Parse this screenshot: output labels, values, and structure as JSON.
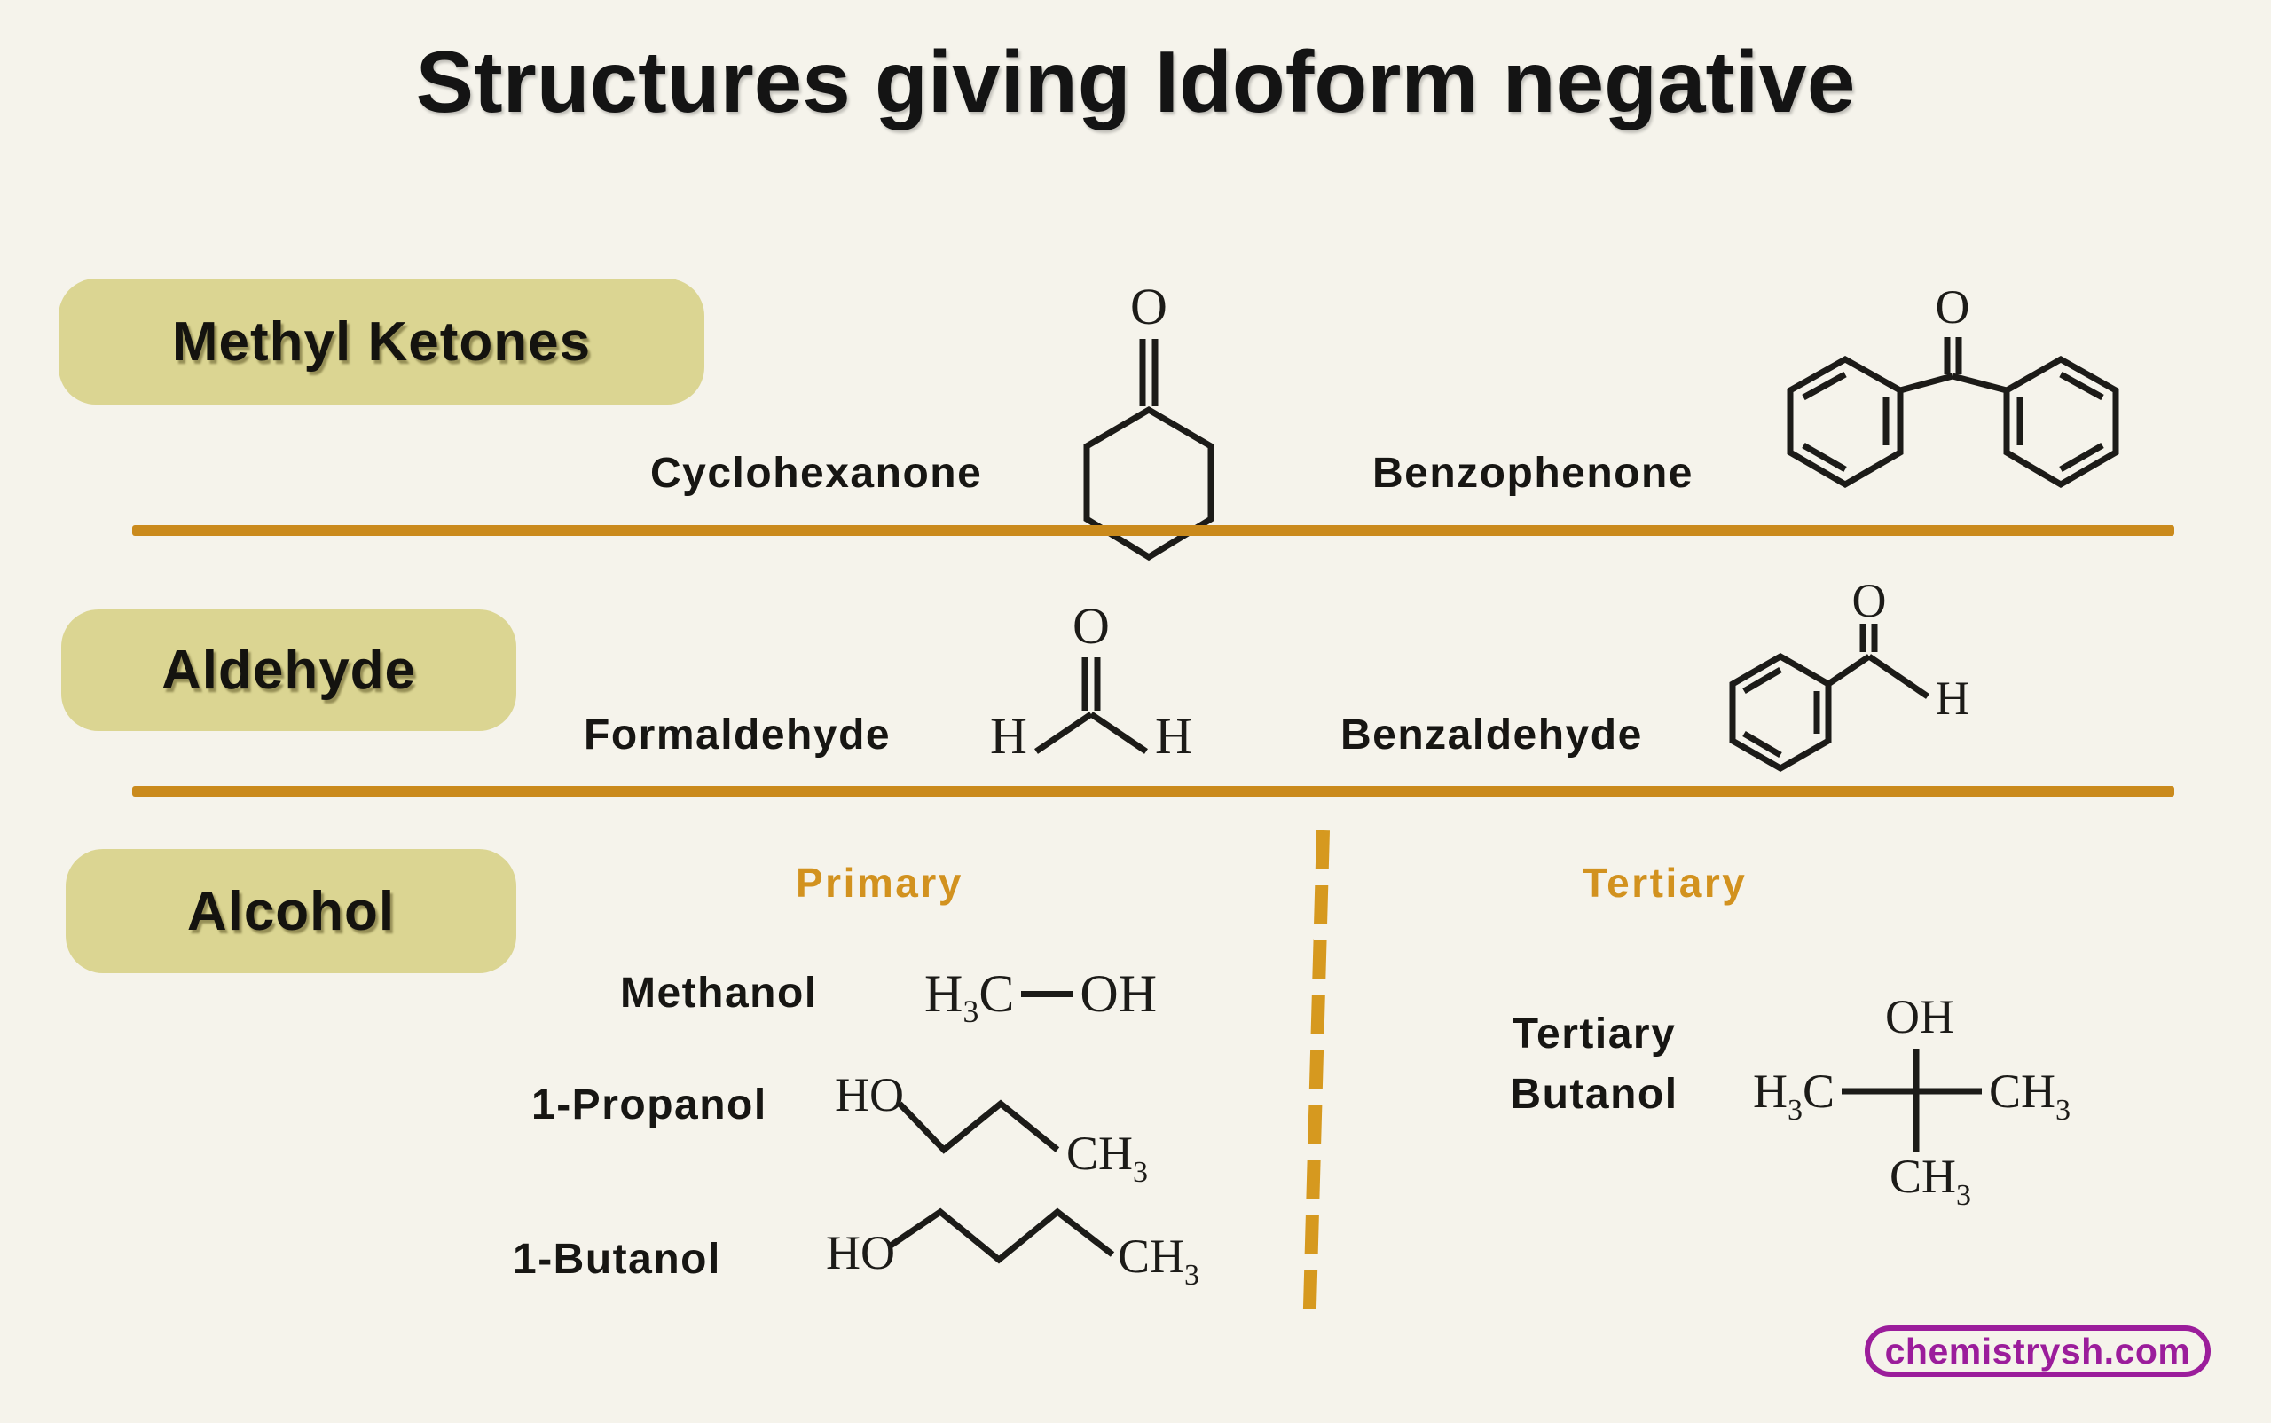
{
  "title": "Structures giving Idoform negative",
  "watermark": "chemistrysh.com",
  "colors": {
    "background": "#f5f3eb",
    "badge": "#dbd592",
    "ink": "#171613",
    "rule": "#ca8a1c",
    "subhead": "#d2921f",
    "dash": "#d6991f",
    "plum": "#9b1d9b",
    "bond": "#1c1b18"
  },
  "sections": [
    {
      "badge": "Methyl Ketones",
      "items": [
        {
          "name": "Cyclohexanone"
        },
        {
          "name": "Benzophenone"
        }
      ]
    },
    {
      "badge": "Aldehyde",
      "items": [
        {
          "name": "Formaldehyde"
        },
        {
          "name": "Benzaldehyde"
        }
      ]
    },
    {
      "badge": "Alcohol",
      "groups": [
        {
          "label": "Primary",
          "items": [
            {
              "name": "Methanol"
            },
            {
              "name": "1-Propanol"
            },
            {
              "name": "1-Butanol"
            }
          ]
        },
        {
          "label": "Tertiary",
          "items": [
            {
              "name": "Tertiary Butanol"
            }
          ]
        }
      ]
    }
  ],
  "atoms": {
    "o": "O",
    "h": "H",
    "c": "C",
    "ho": "HO",
    "oh": "OH",
    "ch": "CH",
    "sub3": "3"
  }
}
